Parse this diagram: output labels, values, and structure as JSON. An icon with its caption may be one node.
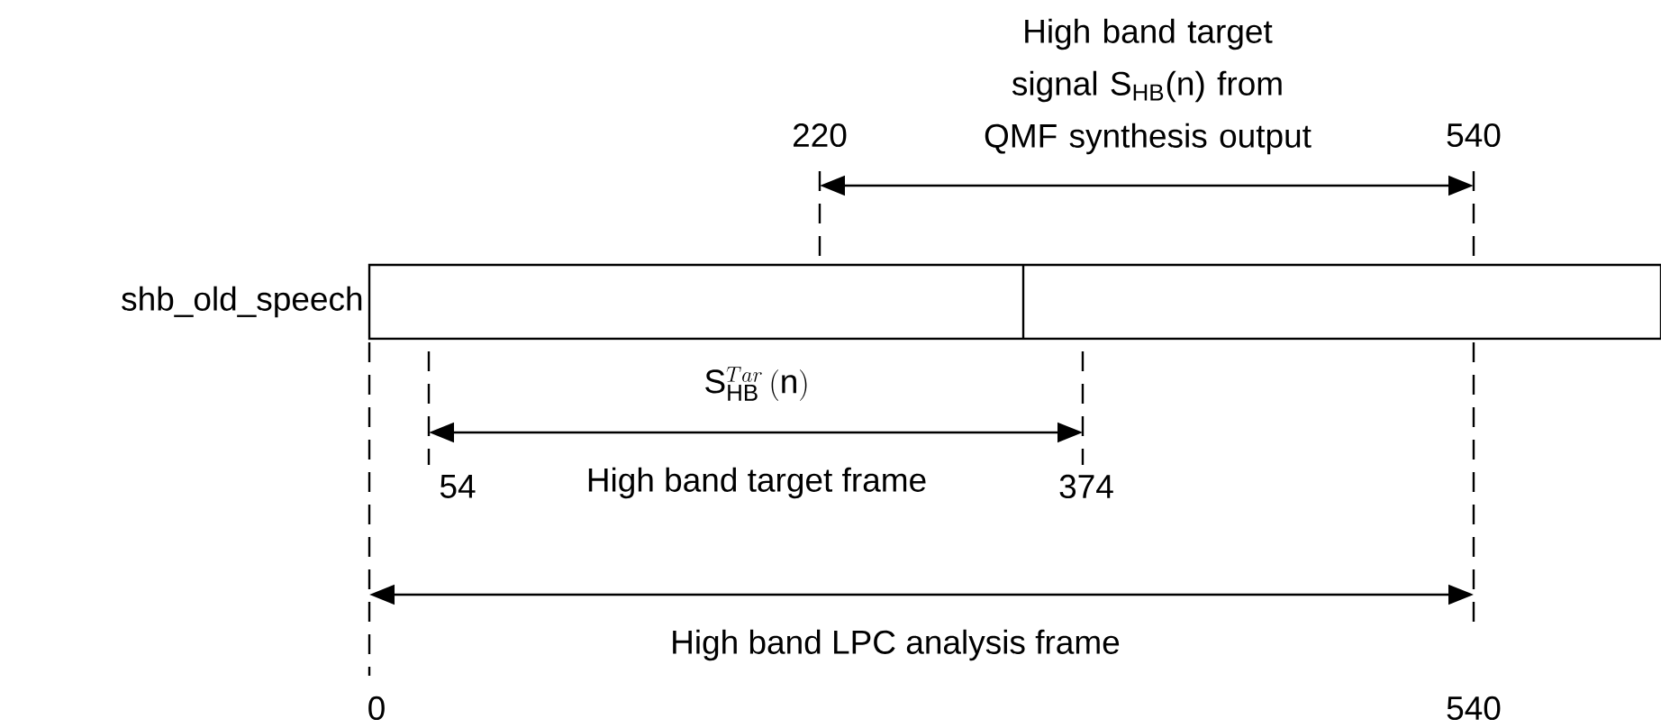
{
  "diagram": {
    "nodes": [
      {
        "text": [
          "shb_old_speech"
        ]
      }
    ],
    "edges": [],
    "labels": [
      "High band target signal S$_{HB}$(n) from QMF synthesis output",
      "220",
      "540",
      "\\mathrm{S}_{\\mathrm{HB}}^{Tar}\\,(\\mathrm{n})",
      "54",
      "High band target frame",
      "374",
      "High band LPC analysis frame",
      "0",
      "540"
    ]
  }
}
